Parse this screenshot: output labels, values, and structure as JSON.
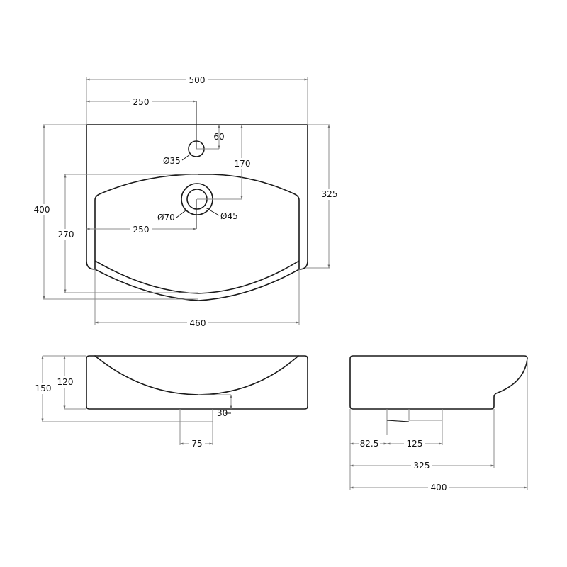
{
  "drawing": {
    "title": "Basin technical drawing",
    "units": "mm",
    "views": [
      "top-view",
      "front-view",
      "side-view"
    ]
  },
  "top_view": {
    "overall_width": "500",
    "tap_hole_offset": "250",
    "tap_hole_from_back": "60",
    "tap_hole_diameter": "Ø35",
    "waste_from_back": "170",
    "overall_depth": "400",
    "bowl_depth": "270",
    "waste_offset": "250",
    "waste_outer_diameter": "Ø70",
    "waste_inner_diameter": "Ø45",
    "rear_section_depth": "325",
    "bowl_width": "460"
  },
  "front_view": {
    "overall_height": "150",
    "body_height": "120",
    "waste_drop": "30",
    "waste_width": "75"
  },
  "side_view": {
    "waste_from_back": "82.5",
    "waste_length": "125",
    "body_depth": "325",
    "overall_depth": "400"
  },
  "colors": {
    "outline": "#1a1a1a",
    "dimension_line": "#8c8c8c",
    "background": "#ffffff"
  }
}
